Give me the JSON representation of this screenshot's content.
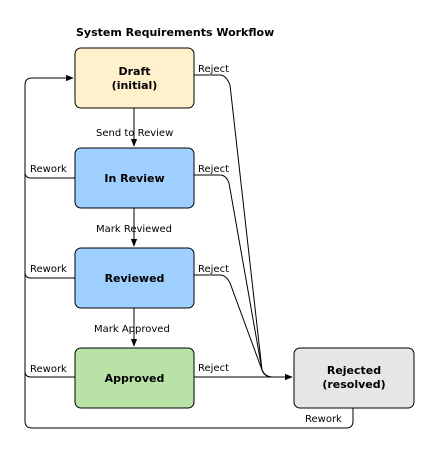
{
  "title": "System Requirements Workflow",
  "nodes": {
    "draft": {
      "lines": [
        "Draft",
        "(initial)"
      ],
      "fill": "#FFF1CC",
      "stroke": "#000000"
    },
    "in_review": {
      "lines": [
        "In Review"
      ],
      "fill": "#9FCFFF",
      "stroke": "#000000"
    },
    "reviewed": {
      "lines": [
        "Reviewed"
      ],
      "fill": "#9FCFFF",
      "stroke": "#000000"
    },
    "approved": {
      "lines": [
        "Approved"
      ],
      "fill": "#B9E2A7",
      "stroke": "#000000"
    },
    "rejected": {
      "lines": [
        "Rejected",
        "(resolved)"
      ],
      "fill": "#E6E6E6",
      "stroke": "#000000"
    }
  },
  "edges": {
    "send_to_review": "Send to Review",
    "mark_reviewed": "Mark Reviewed",
    "mark_approved": "Mark Approved",
    "reject_from_draft": "Reject",
    "reject_from_in_review": "Reject",
    "reject_from_reviewed": "Reject",
    "reject_from_approved": "Reject",
    "rework_from_in_review": "Rework",
    "rework_from_reviewed": "Rework",
    "rework_from_approved": "Rework",
    "rework_from_rejected": "Rework"
  }
}
